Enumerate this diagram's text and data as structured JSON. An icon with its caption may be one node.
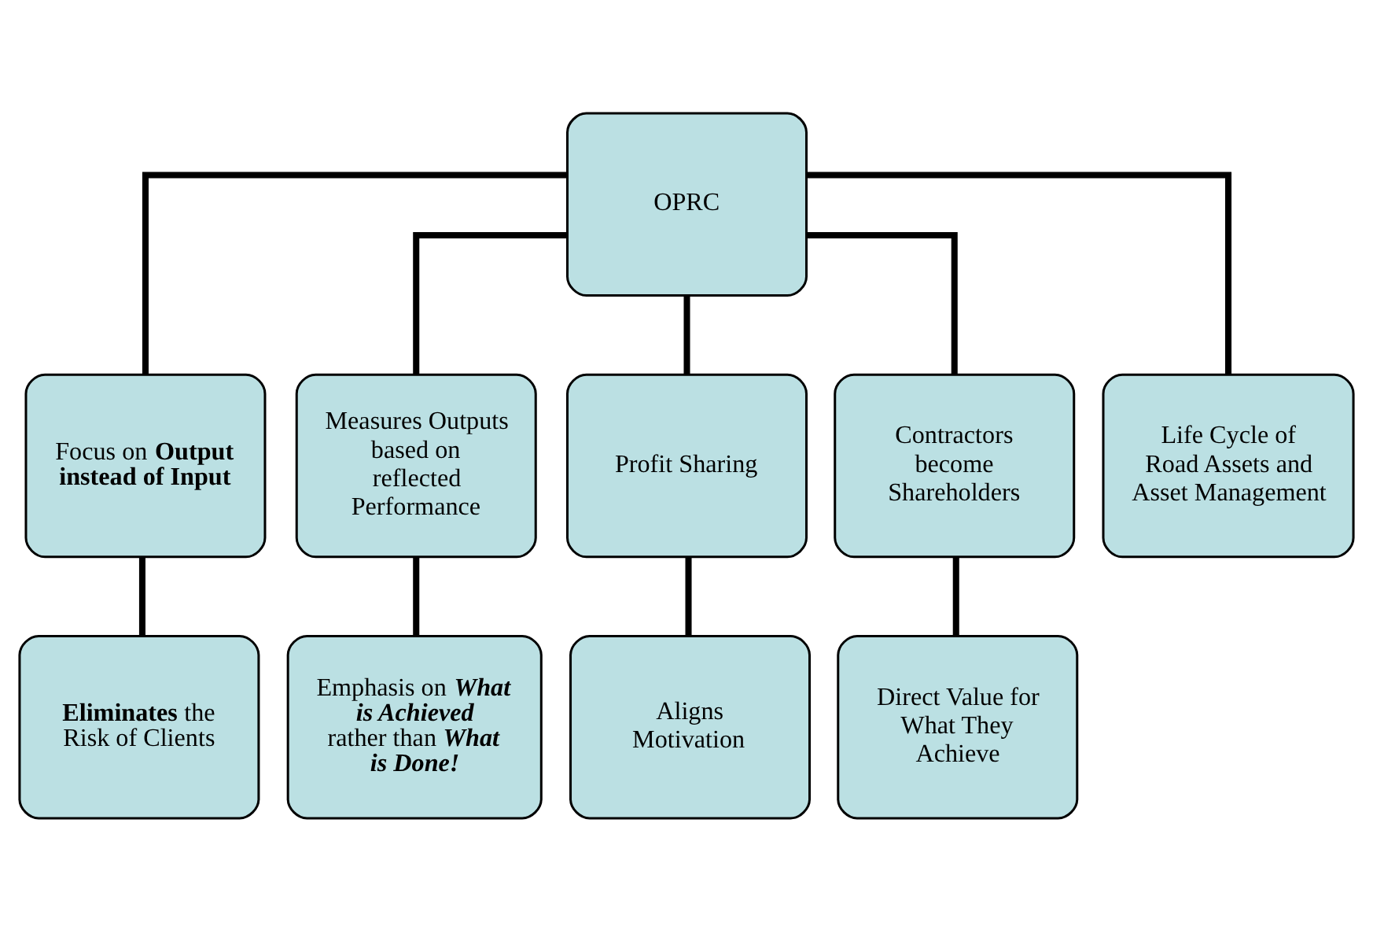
{
  "diagram": {
    "nodes": [
      {
        "text": [
          "OPRC"
        ]
      },
      {
        "text": [
          "Focus on **Output instead of Input**"
        ]
      },
      {
        "text": [
          "Measures Outputs based on reflected Performance"
        ]
      },
      {
        "text": [
          "Profit Sharing"
        ]
      },
      {
        "text": [
          "Contractors become Shareholders"
        ]
      },
      {
        "text": [
          "Life Cycle of Road Assets and Asset Management"
        ]
      },
      {
        "text": [
          "**Eliminates** the Risk of Clients"
        ]
      },
      {
        "text": [
          "Emphasis on **What is Achieved** rather than **What is Done!**"
        ]
      },
      {
        "text": [
          "Aligns Motivation"
        ]
      },
      {
        "text": [
          "Direct Value for What They Achieve"
        ]
      }
    ],
    "edges": [
      {
        "from": 0,
        "to": 1,
        "arrow": "none"
      },
      {
        "from": 0,
        "to": 2,
        "arrow": "none"
      },
      {
        "from": 0,
        "to": 3,
        "arrow": "none"
      },
      {
        "from": 0,
        "to": 4,
        "arrow": "none"
      },
      {
        "from": 0,
        "to": 5,
        "arrow": "none"
      },
      {
        "from": 1,
        "to": 6,
        "arrow": "none"
      },
      {
        "from": 2,
        "to": 7,
        "arrow": "none"
      },
      {
        "from": 3,
        "to": 8,
        "arrow": "none"
      },
      {
        "from": 4,
        "to": 9,
        "arrow": "none"
      }
    ]
  }
}
